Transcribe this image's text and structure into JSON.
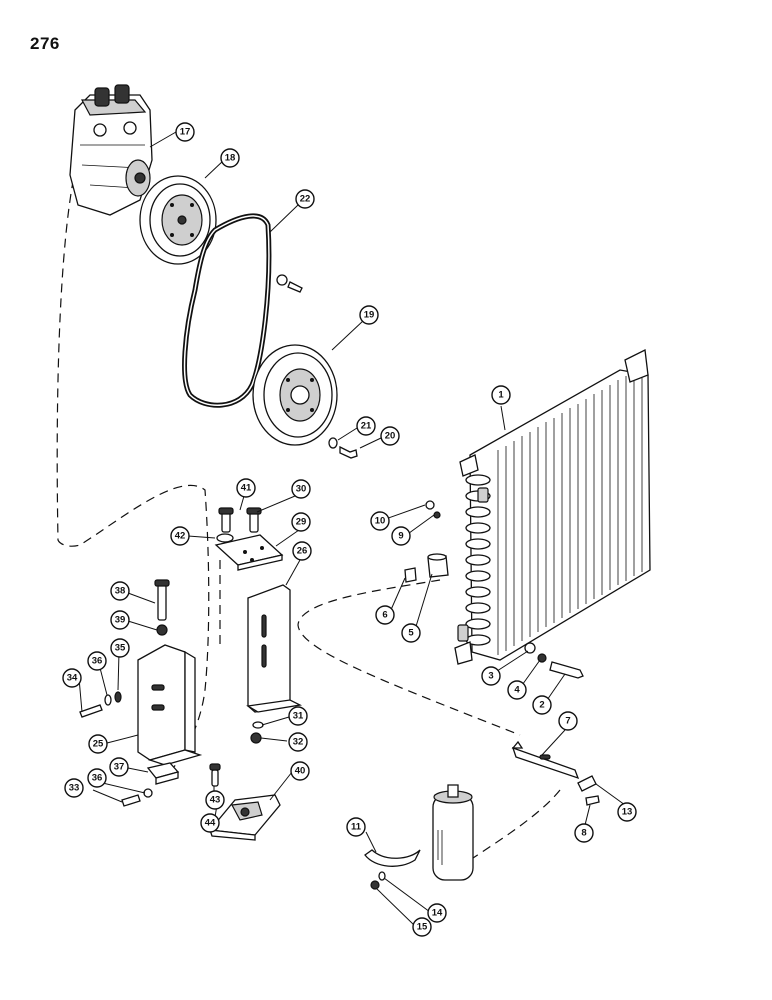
{
  "page_number": "276",
  "callouts": [
    {
      "id": "17",
      "label": "17"
    },
    {
      "id": "18",
      "label": "18"
    },
    {
      "id": "22",
      "label": "22"
    },
    {
      "id": "19",
      "label": "19"
    },
    {
      "id": "21",
      "label": "21"
    },
    {
      "id": "20",
      "label": "20"
    },
    {
      "id": "1",
      "label": "1"
    },
    {
      "id": "41",
      "label": "41"
    },
    {
      "id": "30",
      "label": "30"
    },
    {
      "id": "42",
      "label": "42"
    },
    {
      "id": "29",
      "label": "29"
    },
    {
      "id": "26",
      "label": "26"
    },
    {
      "id": "10",
      "label": "10"
    },
    {
      "id": "9",
      "label": "9"
    },
    {
      "id": "38",
      "label": "38"
    },
    {
      "id": "39",
      "label": "39"
    },
    {
      "id": "6",
      "label": "6"
    },
    {
      "id": "5",
      "label": "5"
    },
    {
      "id": "35",
      "label": "35"
    },
    {
      "id": "36a",
      "label": "36"
    },
    {
      "id": "34",
      "label": "34"
    },
    {
      "id": "3",
      "label": "3"
    },
    {
      "id": "4",
      "label": "4"
    },
    {
      "id": "2",
      "label": "2"
    },
    {
      "id": "31",
      "label": "31"
    },
    {
      "id": "32",
      "label": "32"
    },
    {
      "id": "25",
      "label": "25"
    },
    {
      "id": "7",
      "label": "7"
    },
    {
      "id": "37",
      "label": "37"
    },
    {
      "id": "40",
      "label": "40"
    },
    {
      "id": "36b",
      "label": "36"
    },
    {
      "id": "33",
      "label": "33"
    },
    {
      "id": "43",
      "label": "43"
    },
    {
      "id": "44",
      "label": "44"
    },
    {
      "id": "13",
      "label": "13"
    },
    {
      "id": "8",
      "label": "8"
    },
    {
      "id": "11",
      "label": "11"
    },
    {
      "id": "14",
      "label": "14"
    },
    {
      "id": "15",
      "label": "15"
    }
  ]
}
